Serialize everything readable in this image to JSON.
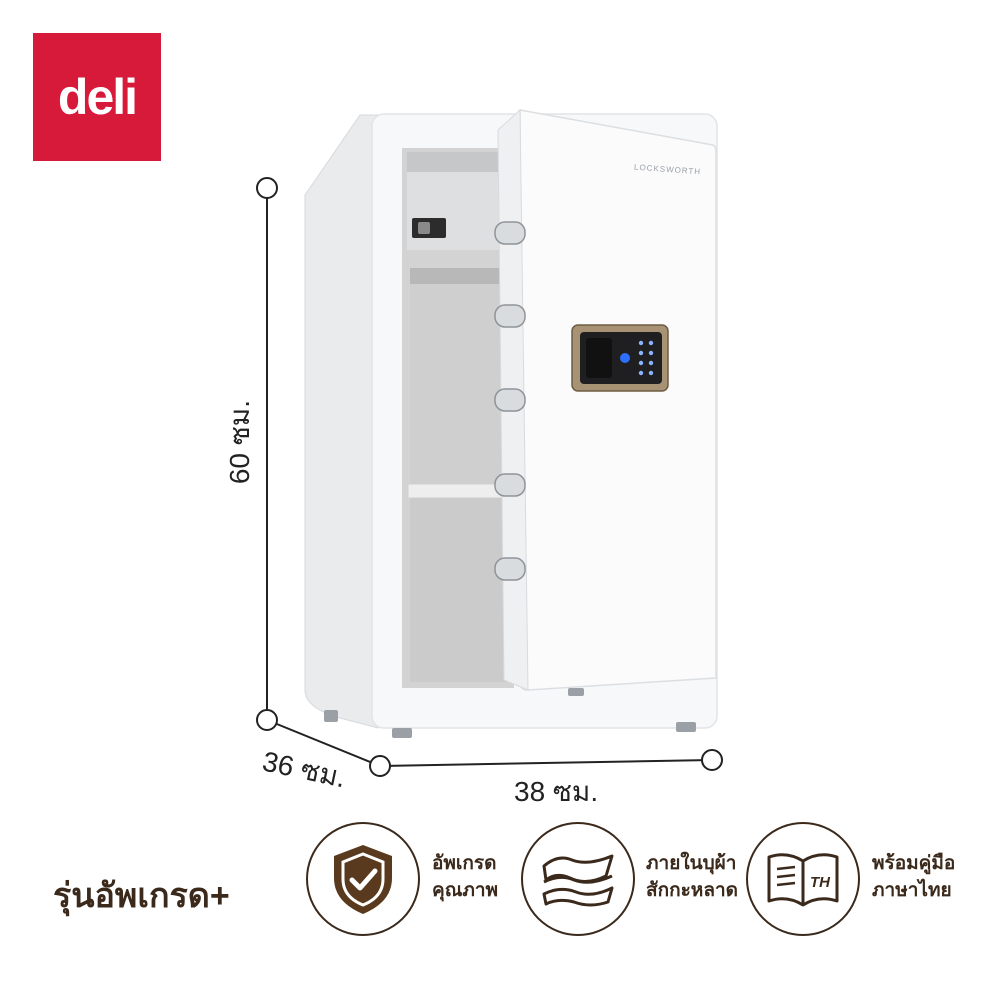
{
  "brand": {
    "logo_text": "deli",
    "color": "#d7193a"
  },
  "product": {
    "door_text": "LOCKSWORTH"
  },
  "dimensions": {
    "height": "60 ซม.",
    "depth": "36 ซม.",
    "width": "38 ซม."
  },
  "bottom": {
    "upgrade_label": "รุ่นอัพเกรด+",
    "features": [
      {
        "icon": "shield-check-icon",
        "line1": "อัพเกรด",
        "line2": "คุณภาพ"
      },
      {
        "icon": "fabric-layers-icon",
        "line1": "ภายในบุผ้า",
        "line2": "สักกะหลาด"
      },
      {
        "icon": "manual-book-icon",
        "line1": "พร้อมคู่มือ",
        "line2": "ภาษาไทย",
        "badge": "TH"
      }
    ]
  }
}
